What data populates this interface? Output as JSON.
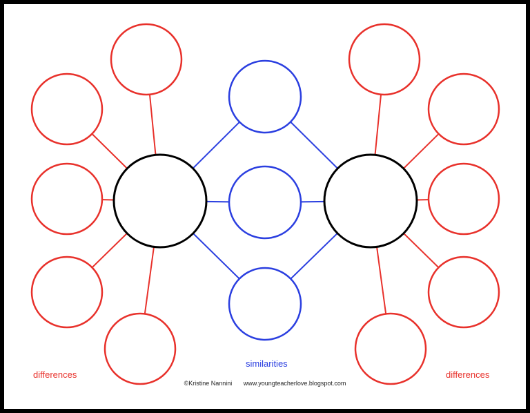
{
  "labels": {
    "left_differences": "differences",
    "similarities": "similarities",
    "right_differences": "differences"
  },
  "footer": {
    "copyright": "©Kristine Nannini",
    "website": "www.youngteacherlove.blogspot.com"
  },
  "colors": {
    "main": "#000000",
    "differences": "#e8312b",
    "similarities": "#2b3fe0"
  }
}
